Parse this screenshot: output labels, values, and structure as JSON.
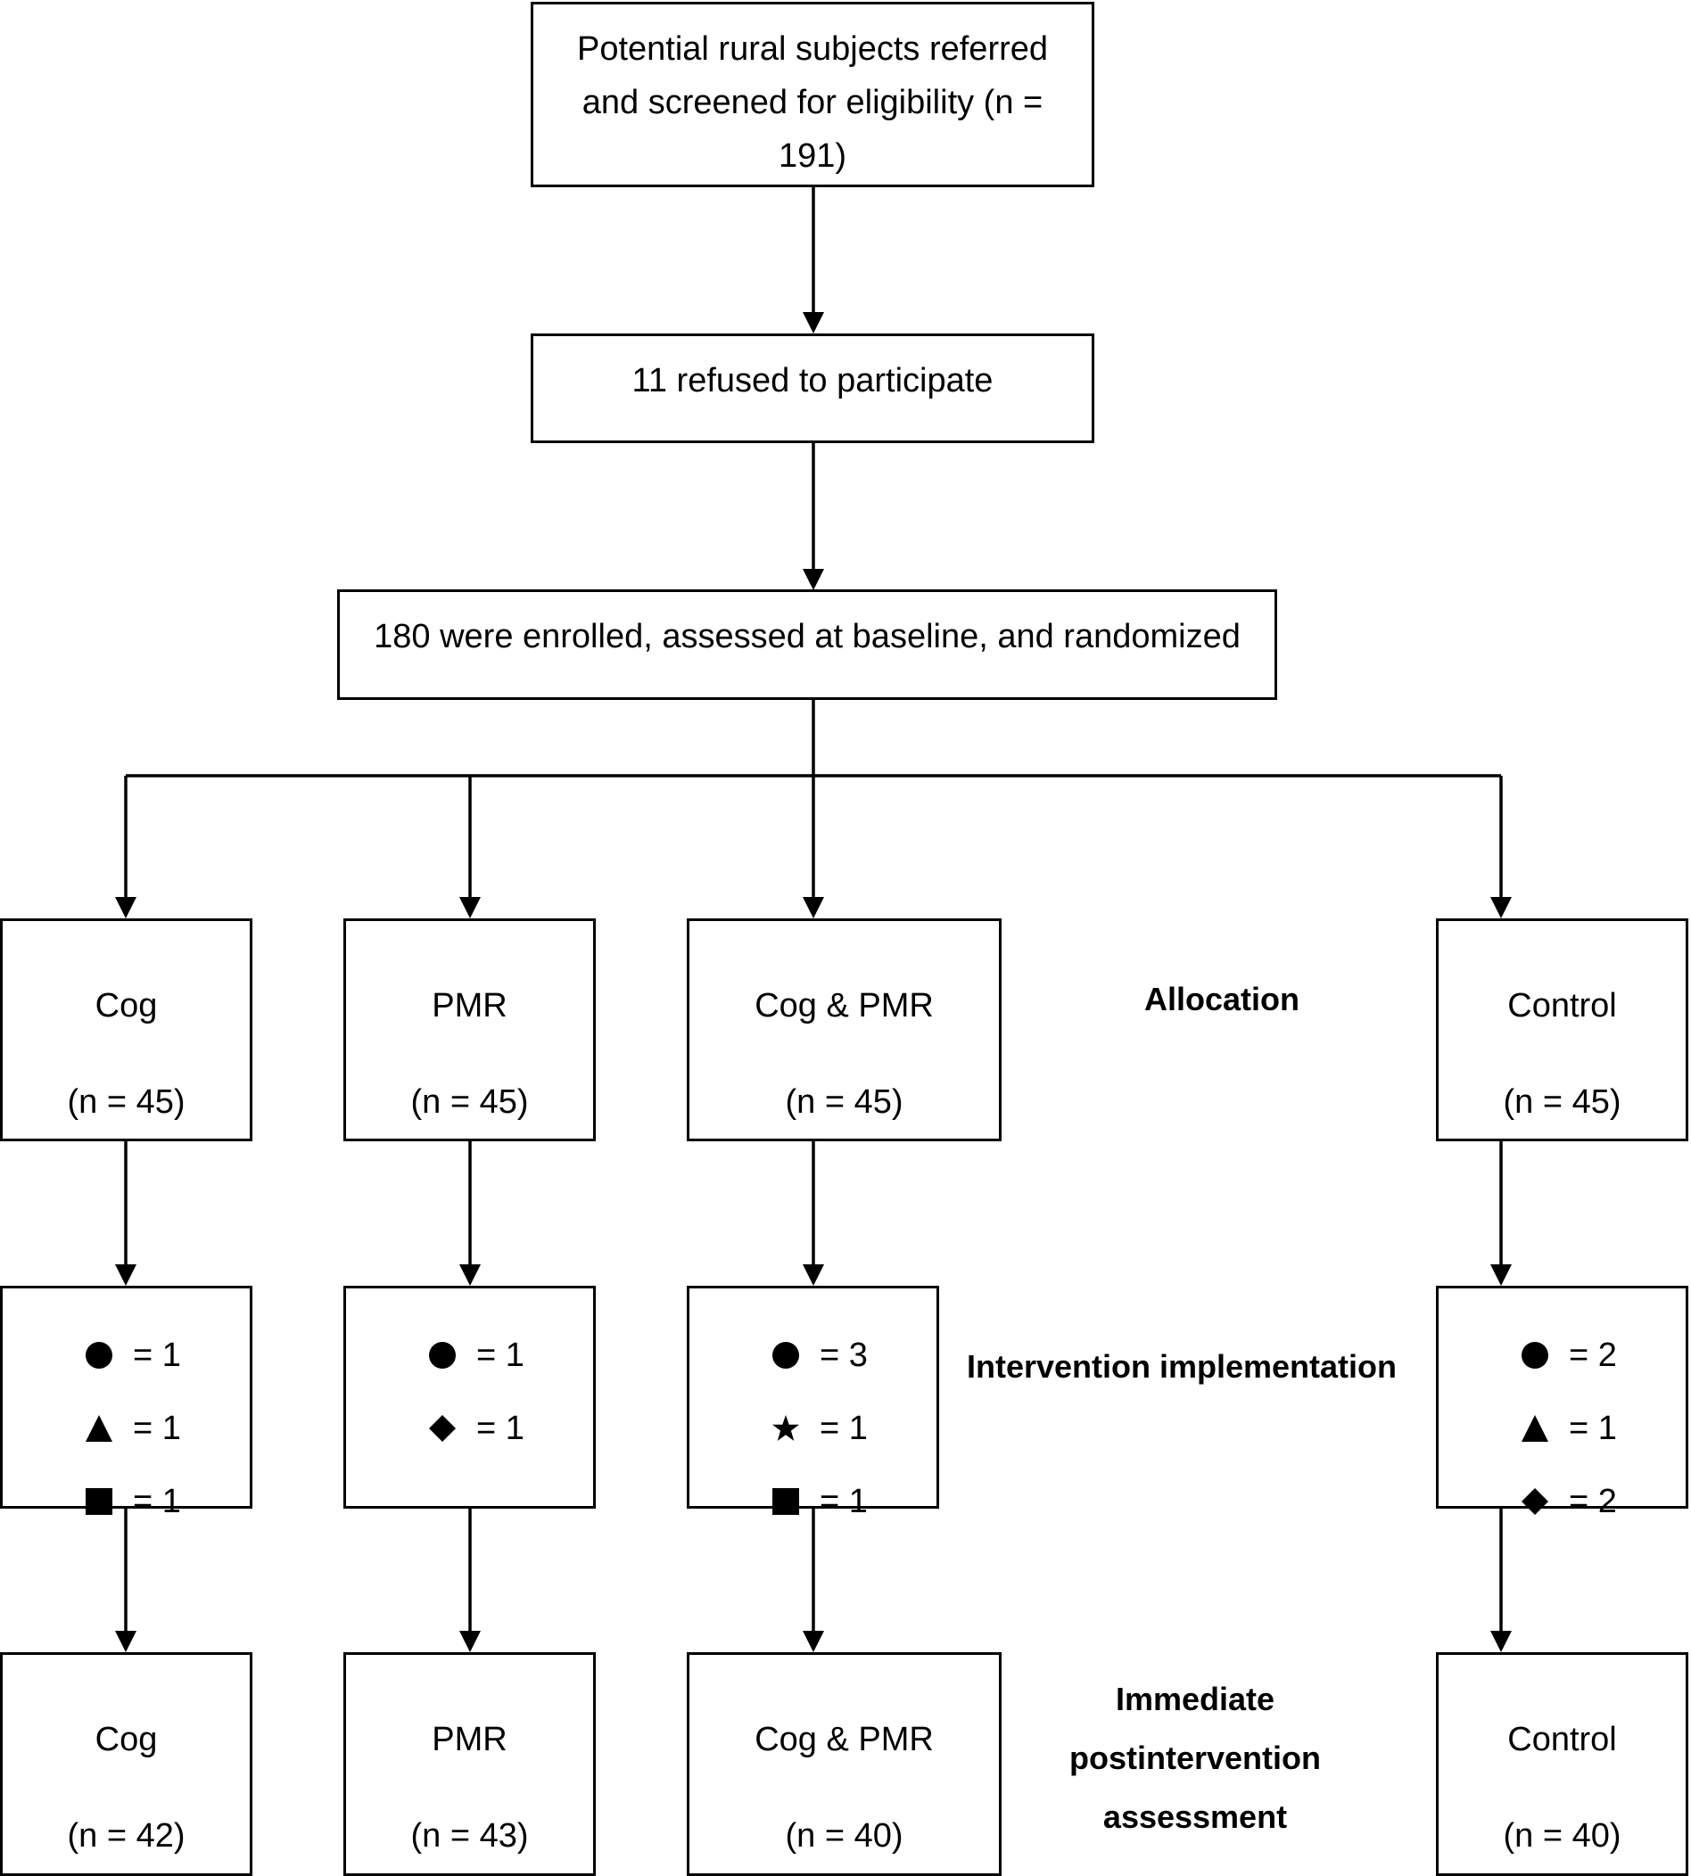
{
  "nodes": {
    "screened": {
      "text": "Potential rural subjects referred and screened for eligibility (n = 191)"
    },
    "refused": {
      "text": "11 refused to participate"
    },
    "enrolled": {
      "text": "180 were enrolled, assessed at baseline, and randomized"
    },
    "allocation": [
      {
        "group": "Cog",
        "count": "(n = 45)"
      },
      {
        "group": "PMR",
        "count": "(n = 45)"
      },
      {
        "group": "Cog & PMR",
        "count": "(n = 45)"
      },
      {
        "group": "Control",
        "count": "(n = 45)"
      }
    ],
    "implementation": [
      {
        "rows": [
          {
            "symbol": "circle",
            "value": "= 1"
          },
          {
            "symbol": "triangle",
            "value": "= 1"
          },
          {
            "symbol": "square",
            "value": "= 1"
          }
        ]
      },
      {
        "rows": [
          {
            "symbol": "circle",
            "value": "= 1"
          },
          {
            "symbol": "diamond",
            "value": "= 1"
          }
        ]
      },
      {
        "rows": [
          {
            "symbol": "circle",
            "value": "= 3"
          },
          {
            "symbol": "star",
            "value": "= 1"
          },
          {
            "symbol": "square",
            "value": "= 1"
          }
        ]
      },
      {
        "rows": [
          {
            "symbol": "circle",
            "value": "= 2"
          },
          {
            "symbol": "triangle",
            "value": "= 1"
          },
          {
            "symbol": "diamond",
            "value": "= 2"
          }
        ]
      }
    ],
    "postintervention": [
      {
        "group": "Cog",
        "count": "(n = 42)"
      },
      {
        "group": "PMR",
        "count": "(n = 43)"
      },
      {
        "group": "Cog & PMR",
        "count": "(n = 40)"
      },
      {
        "group": "Control",
        "count": "(n = 40)"
      }
    ]
  },
  "stage_labels": {
    "allocation": "Allocation",
    "implementation": "Intervention implementation",
    "post_line1": "Immediate",
    "post_line2": "postintervention",
    "post_line3": "assessment"
  }
}
